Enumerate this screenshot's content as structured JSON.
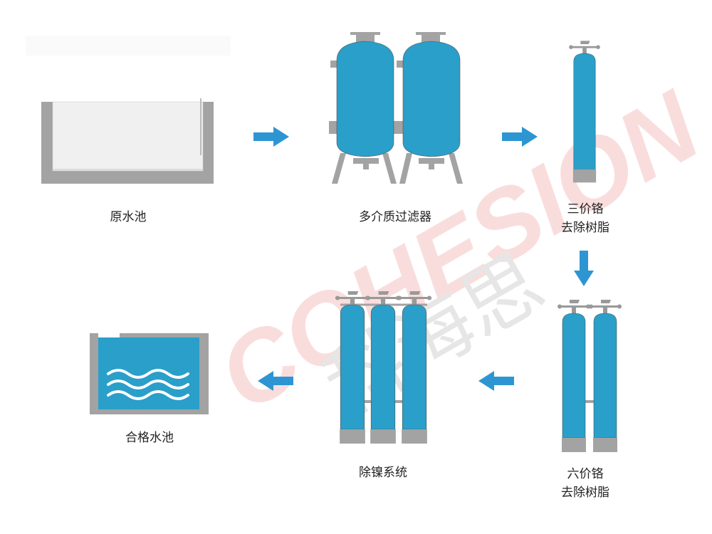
{
  "steps": {
    "raw_pool": "原水池",
    "multimedia_filter": "多介质过滤器",
    "cr3_resin_line1": "三价铬",
    "cr3_resin_line2": "去除树脂",
    "cr6_resin_line1": "六价铬",
    "cr6_resin_line2": "去除树脂",
    "nickel_removal": "除镍系统",
    "qualified_pool": "合格水池"
  },
  "watermark": {
    "brand": "COHESION",
    "chinese": "科海思"
  },
  "colors": {
    "tank": "#2a9fc9",
    "arrow": "#2e95d3",
    "steel": "#a3a3a3",
    "watermark": "#e04848"
  }
}
